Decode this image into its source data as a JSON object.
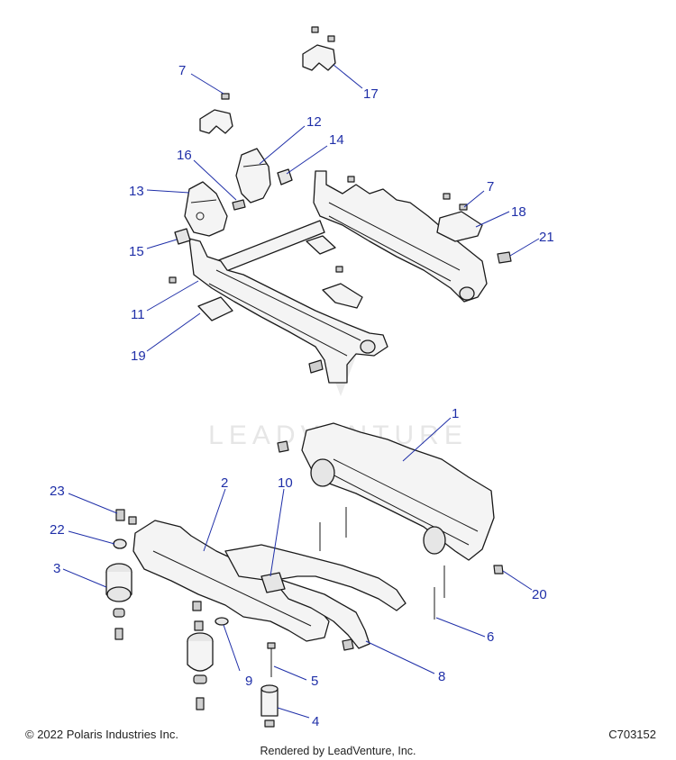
{
  "diagram": {
    "watermark": "LEADVENTURE",
    "callouts": [
      {
        "id": "c7a",
        "label": "7"
      },
      {
        "id": "c17",
        "label": "17"
      },
      {
        "id": "c12",
        "label": "12"
      },
      {
        "id": "c16",
        "label": "16"
      },
      {
        "id": "c14",
        "label": "14"
      },
      {
        "id": "c13",
        "label": "13"
      },
      {
        "id": "c7b",
        "label": "7"
      },
      {
        "id": "c18",
        "label": "18"
      },
      {
        "id": "c15",
        "label": "15"
      },
      {
        "id": "c21",
        "label": "21"
      },
      {
        "id": "c11",
        "label": "11"
      },
      {
        "id": "c19",
        "label": "19"
      },
      {
        "id": "c1",
        "label": "1"
      },
      {
        "id": "c2",
        "label": "2"
      },
      {
        "id": "c10",
        "label": "10"
      },
      {
        "id": "c23",
        "label": "23"
      },
      {
        "id": "c22",
        "label": "22"
      },
      {
        "id": "c3",
        "label": "3"
      },
      {
        "id": "c20",
        "label": "20"
      },
      {
        "id": "c6",
        "label": "6"
      },
      {
        "id": "c9",
        "label": "9"
      },
      {
        "id": "c5",
        "label": "5"
      },
      {
        "id": "c8",
        "label": "8"
      },
      {
        "id": "c4",
        "label": "4"
      }
    ]
  },
  "footer": {
    "copyright": "© 2022 Polaris Industries Inc.",
    "diagram_code": "C703152",
    "rendered_by": "Rendered by LeadVenture, Inc."
  },
  "colors": {
    "callout": "#1f2fa8",
    "line": "#1a1a1a",
    "watermark": "#e4e4e4"
  }
}
